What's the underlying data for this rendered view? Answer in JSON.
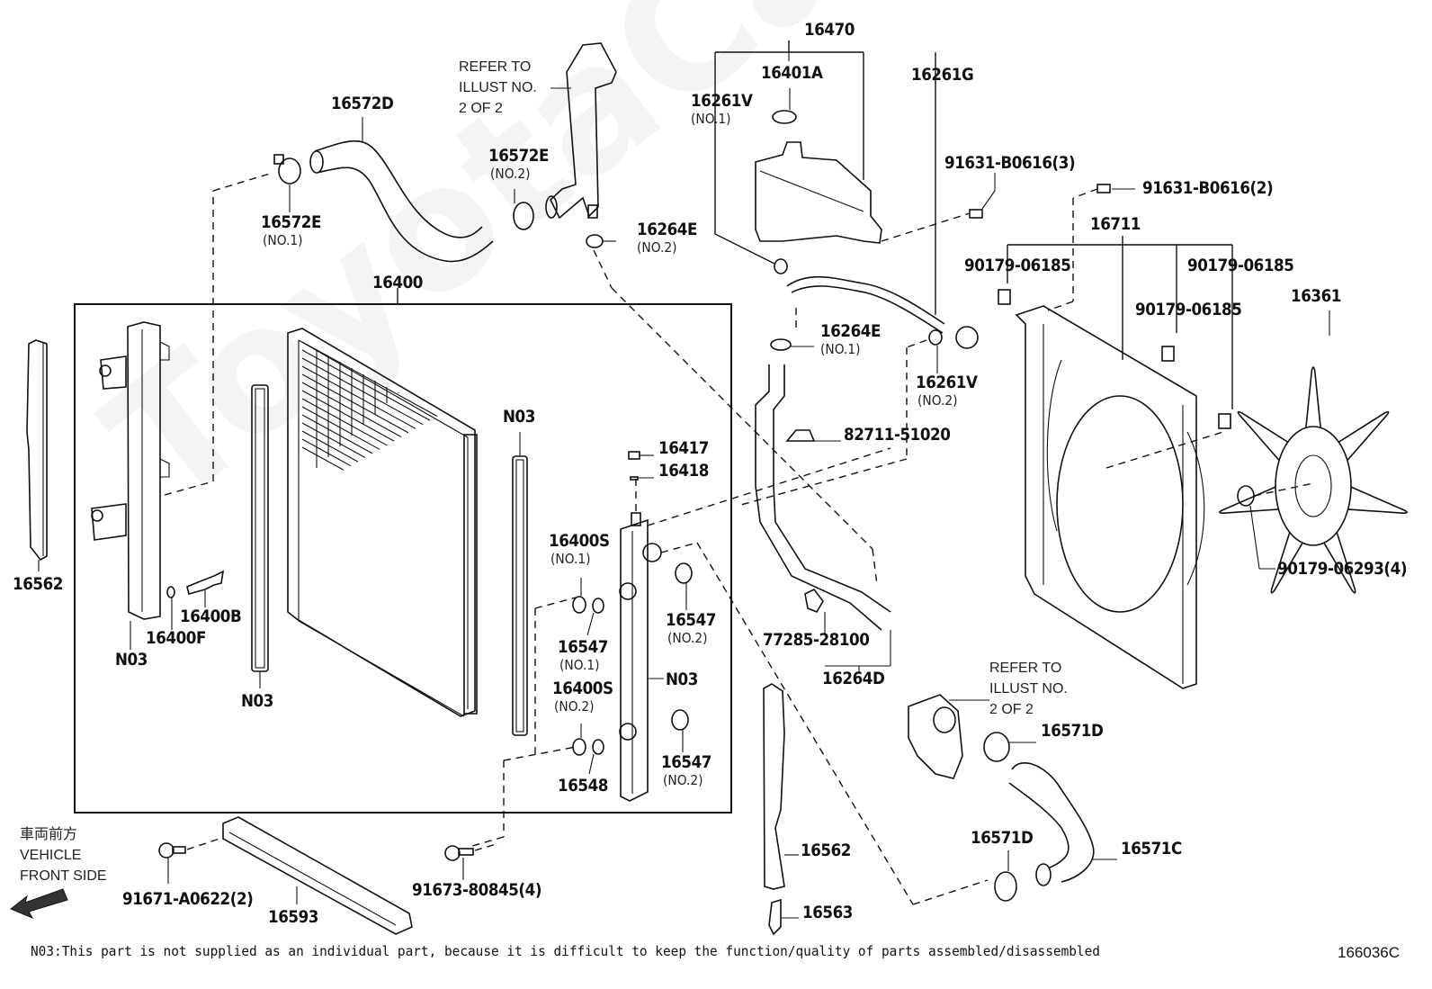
{
  "diagram": {
    "title_code": "166036C",
    "watermark": "ToyotaCarWire.ru",
    "note": "N03:This part is not supplied as an individual part, because it is difficult to keep the function/quality of parts assembled/disassembled",
    "direction": {
      "japanese": "車両前方",
      "line1": "VEHICLE",
      "line2": "FRONT SIDE",
      "icon": "arrow-left-icon"
    },
    "refer_top": "REFER TO\nILLUST NO.\n2 OF 2",
    "refer_bottom": "REFER TO\nILLUST NO.\n2 OF 2",
    "parts": {
      "p16470": "16470",
      "p16401A": "16401A",
      "p16261G": "16261G",
      "p16261V_1": "16261V",
      "p16261V_1_sub": "(NO.1)",
      "p16572D": "16572D",
      "p16572E_2": "16572E",
      "p16572E_2_sub": "(NO.2)",
      "p16572E_1": "16572E",
      "p16572E_1_sub": "(NO.1)",
      "p16264E_2": "16264E",
      "p16264E_2_sub": "(NO.2)",
      "p91631_3": "91631-B0616(3)",
      "p91631_2": "91631-B0616(2)",
      "p16711": "16711",
      "p90179_a": "90179-06185",
      "p90179_b": "90179-06185",
      "p90179_c": "90179-06185",
      "p16361": "16361",
      "p16400": "16400",
      "p16264E_1": "16264E",
      "p16264E_1_sub": "(NO.1)",
      "p16261V_2": "16261V",
      "p16261V_2_sub": "(NO.2)",
      "p82711": "82711-51020",
      "p16417": "16417",
      "p16418": "16418",
      "p16400S_1": "16400S",
      "p16400S_1_sub": "(NO.1)",
      "p16547_1": "16547",
      "p16547_1_sub": "(NO.1)",
      "p16547_2a": "16547",
      "p16547_2a_sub": "(NO.2)",
      "p16400S_2": "16400S",
      "p16400S_2_sub": "(NO.2)",
      "p16548": "16548",
      "p16547_2b": "16547",
      "p16547_2b_sub": "(NO.2)",
      "pN03_right": "N03",
      "pN03_top": "N03",
      "pN03_left": "N03",
      "pN03_mid": "N03",
      "p16562_left": "16562",
      "p16400B": "16400B",
      "p16400F": "16400F",
      "p90179_06293": "90179-06293(4)",
      "p77285": "77285-28100",
      "p16264D": "16264D",
      "p16571D_top": "16571D",
      "p16571D_bottom": "16571D",
      "p16571C": "16571C",
      "p16562_right": "16562",
      "p16563": "16563",
      "p91671": "91671-A0622(2)",
      "p16593": "16593",
      "p91673": "91673-80845(4)"
    }
  }
}
